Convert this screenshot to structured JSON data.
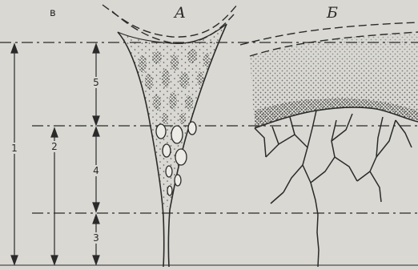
{
  "figure": {
    "panel_label": "в",
    "column_a_label": "A",
    "column_b_label": "Б",
    "scale_labels": [
      "1",
      "2",
      "3",
      "4",
      "5"
    ]
  },
  "colors": {
    "background": "#d9d8d3",
    "ink": "#2a2a2a",
    "stipple": "#3a3a3a"
  }
}
